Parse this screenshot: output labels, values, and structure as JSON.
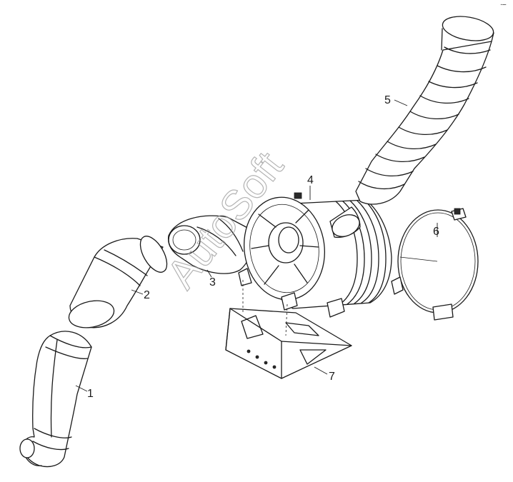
{
  "watermark": "AutoSoft",
  "corner_mark": "∙–",
  "callouts": [
    {
      "id": "hose-elbow",
      "label": "1"
    },
    {
      "id": "intake-pipe",
      "label": "2"
    },
    {
      "id": "reducer-pipe",
      "label": "3"
    },
    {
      "id": "air-filter-housing",
      "label": "4"
    },
    {
      "id": "corrugated-hose",
      "label": "5"
    },
    {
      "id": "filter-clamp-band",
      "label": "6"
    },
    {
      "id": "mounting-bracket",
      "label": "7"
    }
  ]
}
